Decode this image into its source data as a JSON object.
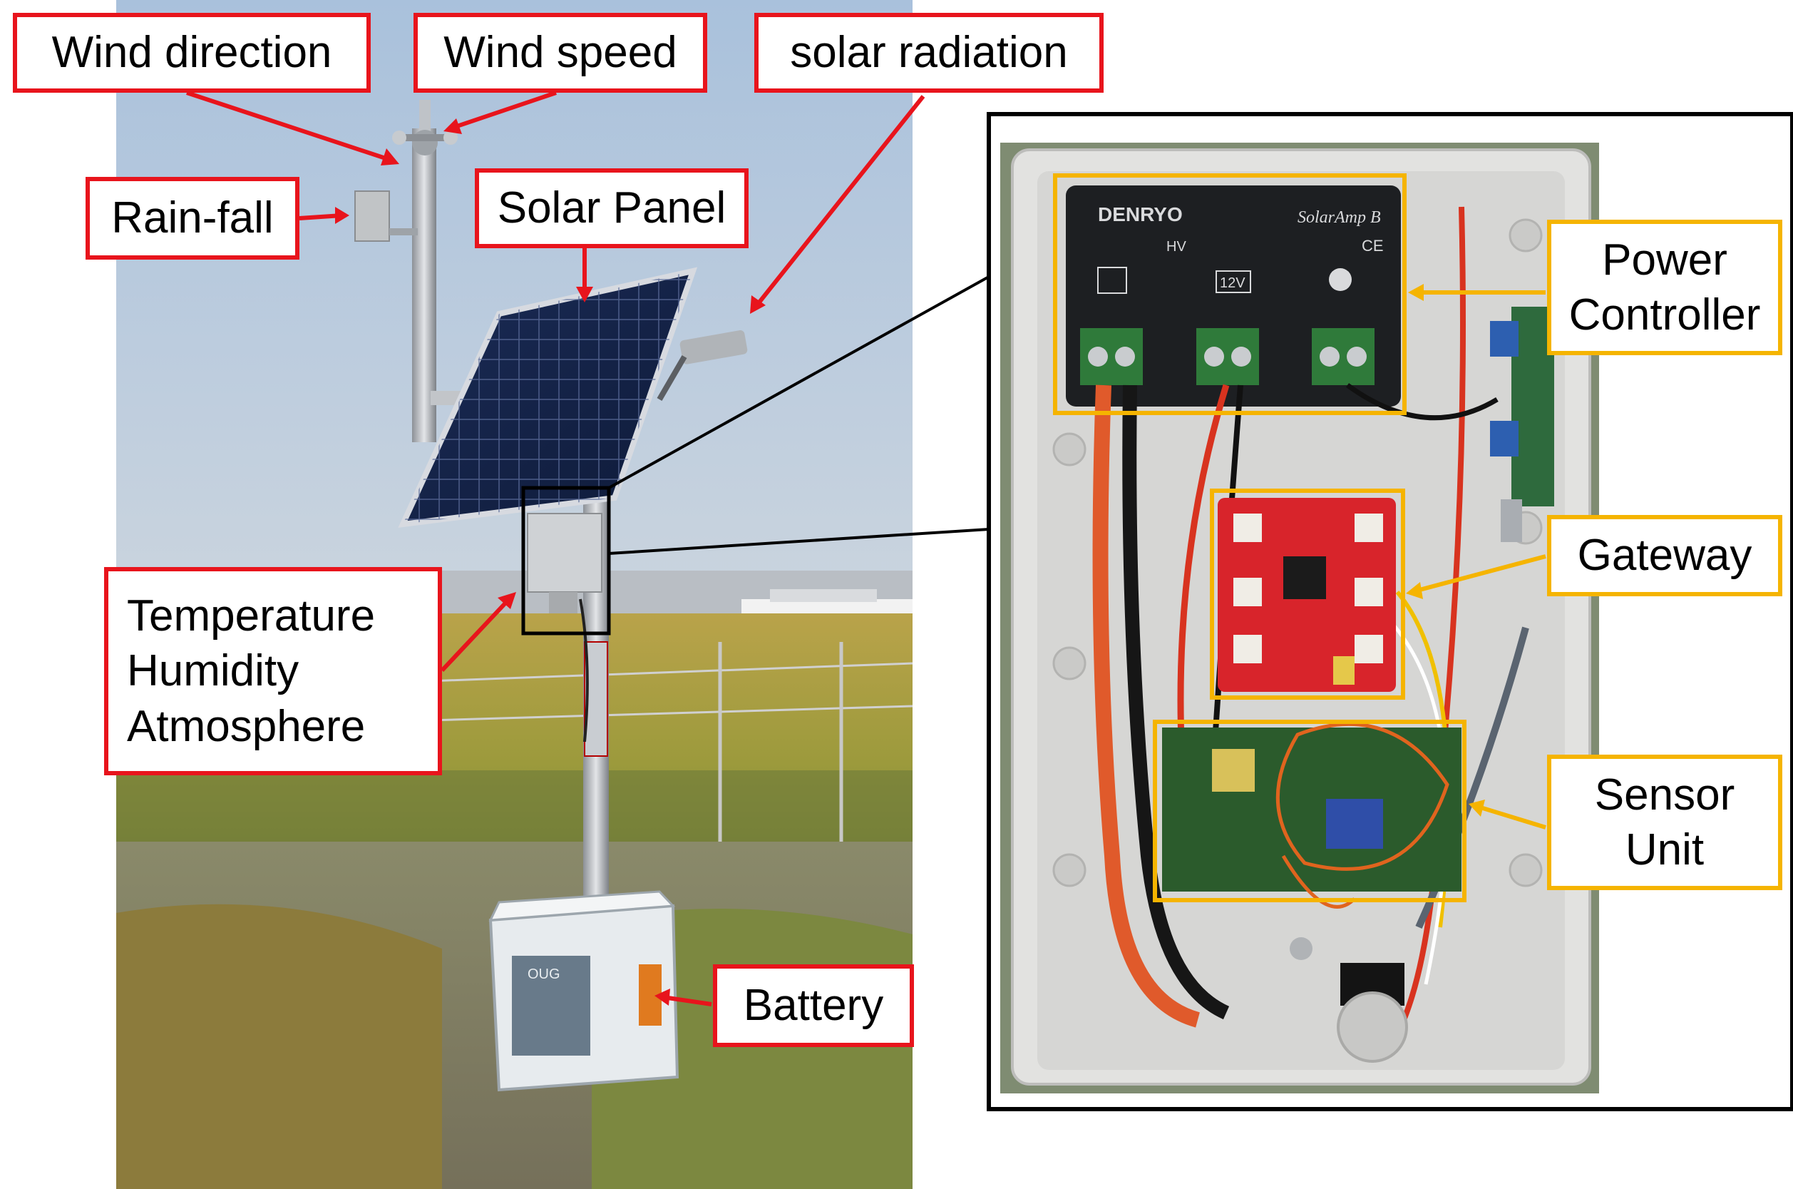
{
  "figure": {
    "left_labels": {
      "wind_direction": "Wind direction",
      "wind_speed": "Wind speed",
      "solar_radiation": "solar radiation",
      "rain_fall": "Rain-fall",
      "solar_panel": "Solar Panel",
      "temperature": "Temperature",
      "humidity": "Humidity",
      "atmosphere": "Atmosphere",
      "battery": "Battery"
    },
    "inset_labels": {
      "power": "Power",
      "controller": "Controller",
      "gateway": "Gateway",
      "sensor": "Sensor",
      "unit": "Unit"
    },
    "device_text": {
      "brand": "DENRYO",
      "model": "SolarAmp B",
      "hv": "HV",
      "voltage": "12V",
      "ce": "CE",
      "battery_box": "OUG"
    },
    "colors": {
      "callout_red": "#e8141c",
      "callout_amber": "#f5b400",
      "inset_border": "#000000"
    }
  }
}
